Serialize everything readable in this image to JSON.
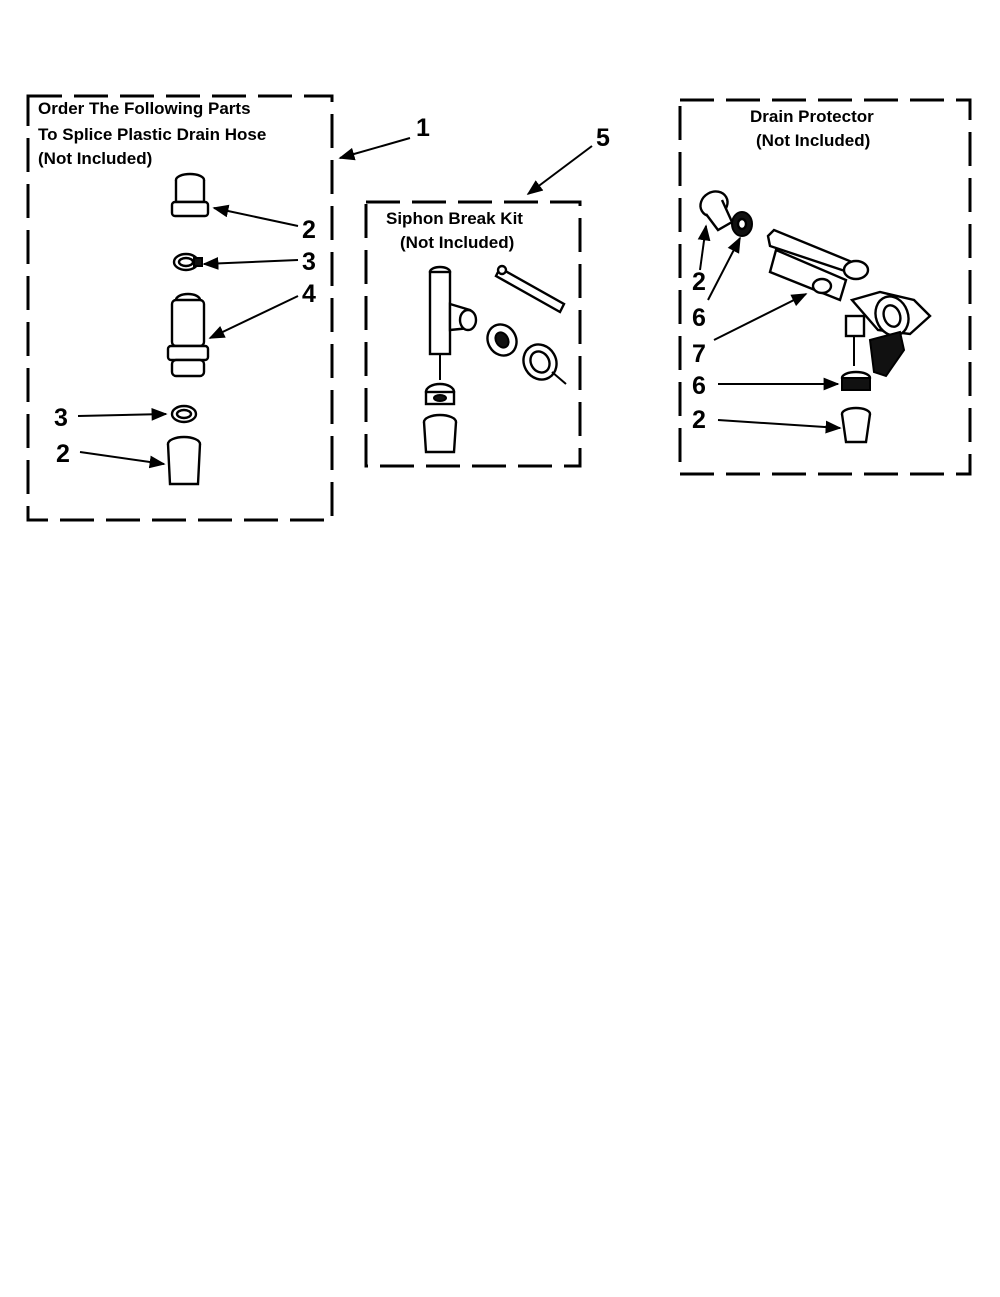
{
  "panels": {
    "splice": {
      "title_lines": [
        "Order The Following Parts",
        "To Splice Plastic Drain Hose",
        "(Not Included)"
      ],
      "ref": "1",
      "callouts": [
        "2",
        "3",
        "4",
        "3",
        "2"
      ]
    },
    "siphon": {
      "title_lines": [
        "Siphon Break Kit",
        "(Not Included)"
      ],
      "ref": "5"
    },
    "drain": {
      "title_lines": [
        "Drain Protector",
        "(Not Included)"
      ],
      "callouts": [
        "2",
        "6",
        "7",
        "6",
        "2"
      ]
    }
  }
}
